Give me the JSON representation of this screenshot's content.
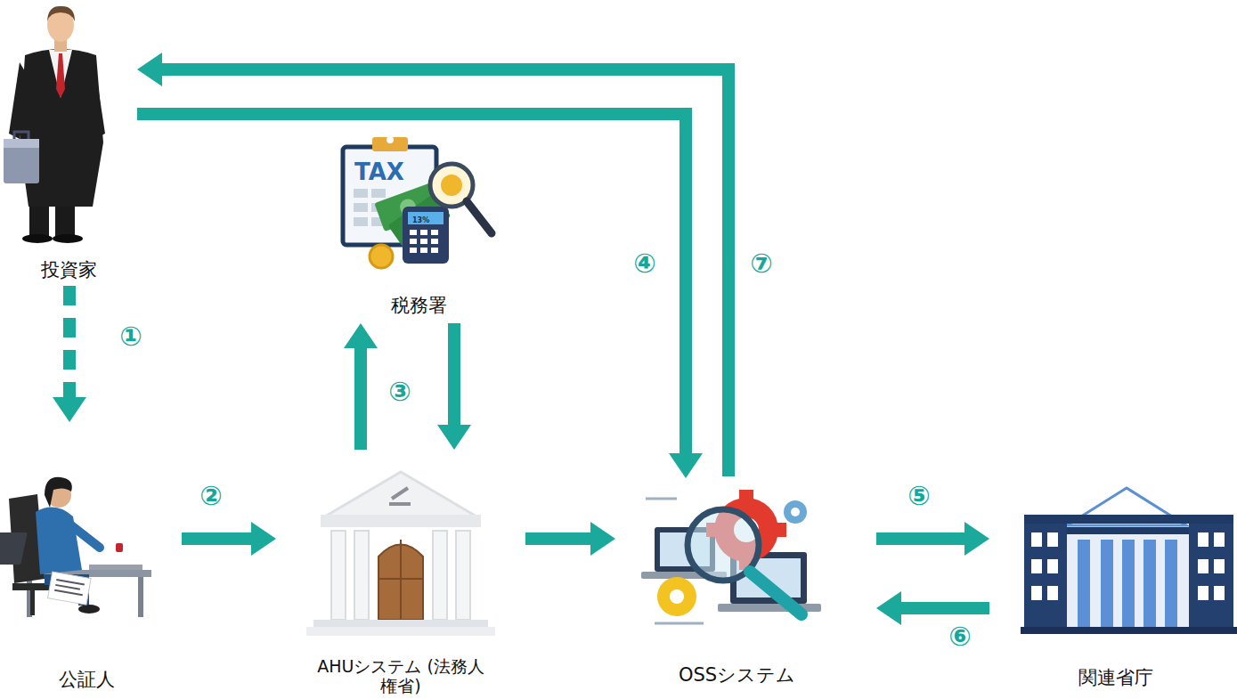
{
  "diagram": {
    "nodes": [
      {
        "text": [
          "投資家"
        ]
      },
      {
        "text": [
          "税務署"
        ]
      },
      {
        "text": [
          "公証人"
        ]
      },
      {
        "text": [
          "AHUシステム (法務人権省)"
        ]
      },
      {
        "text": [
          "OSSシステム"
        ]
      },
      {
        "text": [
          "関連省庁"
        ]
      }
    ],
    "edges": [
      {
        "from": 0,
        "to": 2,
        "label": "①",
        "arrow": "to"
      },
      {
        "from": 2,
        "to": 3,
        "label": "②",
        "arrow": "to"
      },
      {
        "from": 3,
        "to": 1,
        "label": "③",
        "arrow": "to"
      },
      {
        "from": 1,
        "to": 3,
        "arrow": "to"
      },
      {
        "from": 3,
        "to": 4,
        "arrow": "to"
      },
      {
        "from": 0,
        "to": 4,
        "label": "④",
        "arrow": "to"
      },
      {
        "from": 4,
        "to": 0,
        "label": "⑦",
        "arrow": "to"
      },
      {
        "from": 4,
        "to": 5,
        "label": "⑤",
        "arrow": "to"
      },
      {
        "from": 5,
        "to": 4,
        "label": "⑥",
        "arrow": "to"
      }
    ],
    "labels": [
      "TAX",
      "13%"
    ]
  }
}
